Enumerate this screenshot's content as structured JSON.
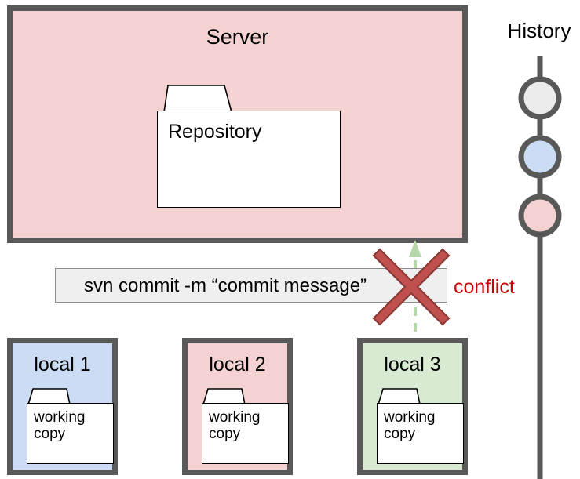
{
  "diagram": {
    "title": "SVN commit conflict diagram",
    "server": {
      "label": "Server",
      "fill": "#f5d2d2",
      "stroke": "#595959",
      "repository": {
        "label": "Repository",
        "icon": "folder-icon",
        "fill": "#ffffff"
      }
    },
    "command_bar": {
      "text": "svn commit -m “commit message”",
      "fill": "#efefef",
      "stroke": "#8c8c8c"
    },
    "conflict": {
      "label": "conflict",
      "color": "#cc0000",
      "marker": "red-x-icon",
      "marker_color": "#c0504d"
    },
    "arrow": {
      "name": "dashed-up-arrow",
      "color": "#b6d7a8",
      "style": "dashed",
      "direction": "up",
      "from": "local 3",
      "to": "Server"
    },
    "locals": [
      {
        "label": "local 1",
        "fill": "#ccdcf5",
        "stroke": "#595959",
        "folder": {
          "label": "working\ncopy",
          "icon": "folder-icon"
        }
      },
      {
        "label": "local 2",
        "fill": "#f5d2d2",
        "stroke": "#595959",
        "folder": {
          "label": "working\ncopy",
          "icon": "folder-icon"
        }
      },
      {
        "label": "local 3",
        "fill": "#d9ead3",
        "stroke": "#595959",
        "folder": {
          "label": "working\ncopy",
          "icon": "folder-icon"
        }
      }
    ],
    "history": {
      "label": "History",
      "line_color": "#595959",
      "nodes": [
        {
          "name": "history-node-1",
          "fill": "#ebebeb",
          "stroke": "#595959"
        },
        {
          "name": "history-node-2",
          "fill": "#ccdcf5",
          "stroke": "#595959"
        },
        {
          "name": "history-node-3",
          "fill": "#f5d2d2",
          "stroke": "#595959"
        }
      ]
    }
  }
}
